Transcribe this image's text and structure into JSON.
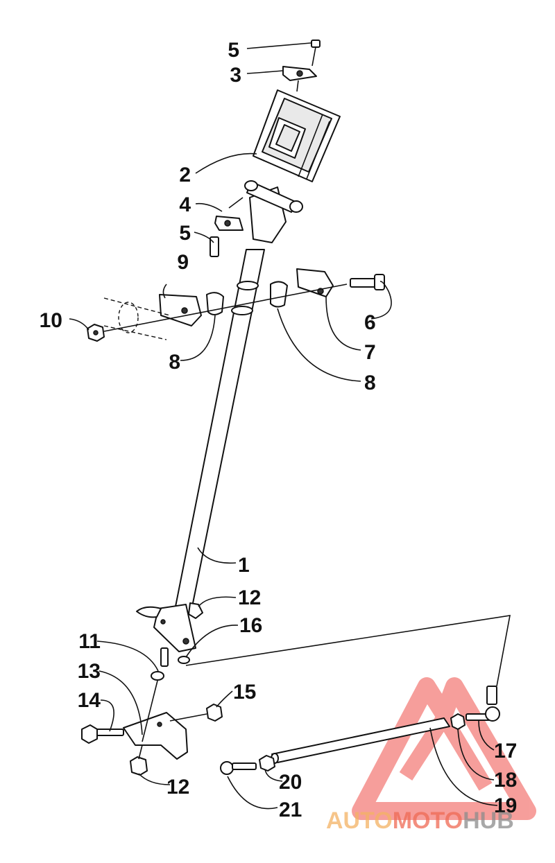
{
  "diagram": {
    "callouts": {
      "p1": "1",
      "p2": "2",
      "p3": "3",
      "p4": "4",
      "p5a": "5",
      "p5b": "5",
      "p6": "6",
      "p7": "7",
      "p8a": "8",
      "p8b": "8",
      "p9": "9",
      "p10": "10",
      "p11": "11",
      "p12a": "12",
      "p12b": "12",
      "p13": "13",
      "p14": "14",
      "p15": "15",
      "p16": "16",
      "p17": "17",
      "p18": "18",
      "p19": "19",
      "p20": "20",
      "p21": "21"
    }
  },
  "watermark": {
    "part1": "AUTO",
    "part2": "MOTO",
    "part3": "HUB",
    "colors": {
      "auto": "#f4b264",
      "moto": "#ef6a55",
      "hub": "#8c8c8c",
      "logo": "#f0504a"
    }
  }
}
